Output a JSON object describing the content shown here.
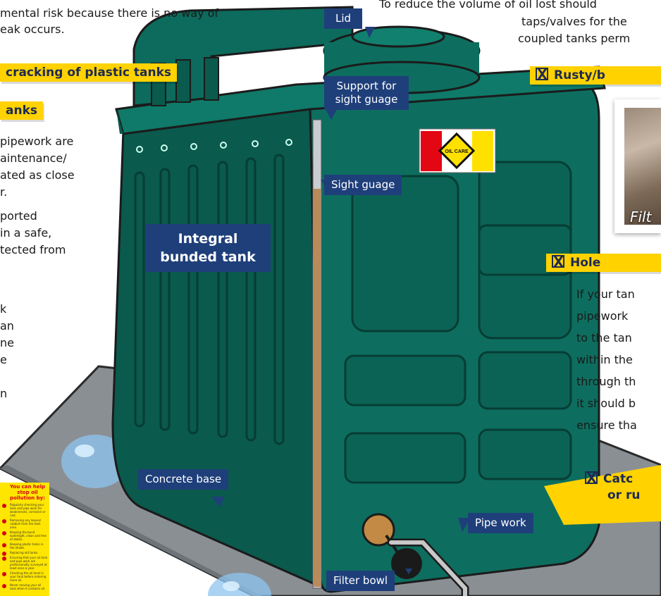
{
  "left_text": {
    "line1": "mental risk because there is no way of",
    "line2": "eak occurs.",
    "banner": "cracking of plastic tanks",
    "subbanner": "anks",
    "para1": [
      "pipework are",
      "aintenance/",
      "ated as close",
      "r."
    ],
    "para2": [
      "ported",
      "in a safe,",
      "tected from"
    ],
    "para3": [
      "k",
      "an",
      "ne",
      "e",
      "",
      "n"
    ]
  },
  "top_text": {
    "line1": "To reduce the volume of oil lost should",
    "line2": "taps/valves for the",
    "line3": "coupled tanks perm"
  },
  "right_text": {
    "banner1": "Rusty/b",
    "banner2": "Hole",
    "para": [
      "If your tan",
      "pipework",
      "to the tan",
      "within the",
      "through th",
      "it should b",
      "ensure tha"
    ],
    "banner3_line1": "Catc",
    "banner3_line2": "or ru",
    "photo_caption": "Filt"
  },
  "labels": {
    "lid": "Lid",
    "support": [
      "Support for",
      "sight guage"
    ],
    "sight": "Sight guage",
    "integral": [
      "Integral",
      "bunded tank"
    ],
    "concrete": "Concrete base",
    "pipe": "Pipe work",
    "filter": "Filter bowl"
  },
  "sticker": {
    "brand": "OIL CARE"
  },
  "leaflet": {
    "title": "You can help stop oil pollution by:",
    "items": [
      "Regularly checking your tank and pipe work for weaknesses, corrosion or rust.",
      "Removing any leaves/ rubbish from the tank area.",
      "Keeping the bund watertight, clean and free of debris.",
      "Keeping plastic tanks in the shade.",
      "Replacing old tanks.",
      "Ensuring that your oil tank and pipe work are professionally surveyed at least once a year.",
      "Checking the oil level in your tank before ordering more oil.",
      "Never moving your oil tank when it contains oil."
    ]
  },
  "colors": {
    "tank": "#0c6b5c",
    "tank_dark": "#074a40",
    "label_bg": "#1f3f7a",
    "banner": "#ffd200",
    "base": "#8a8f94"
  }
}
